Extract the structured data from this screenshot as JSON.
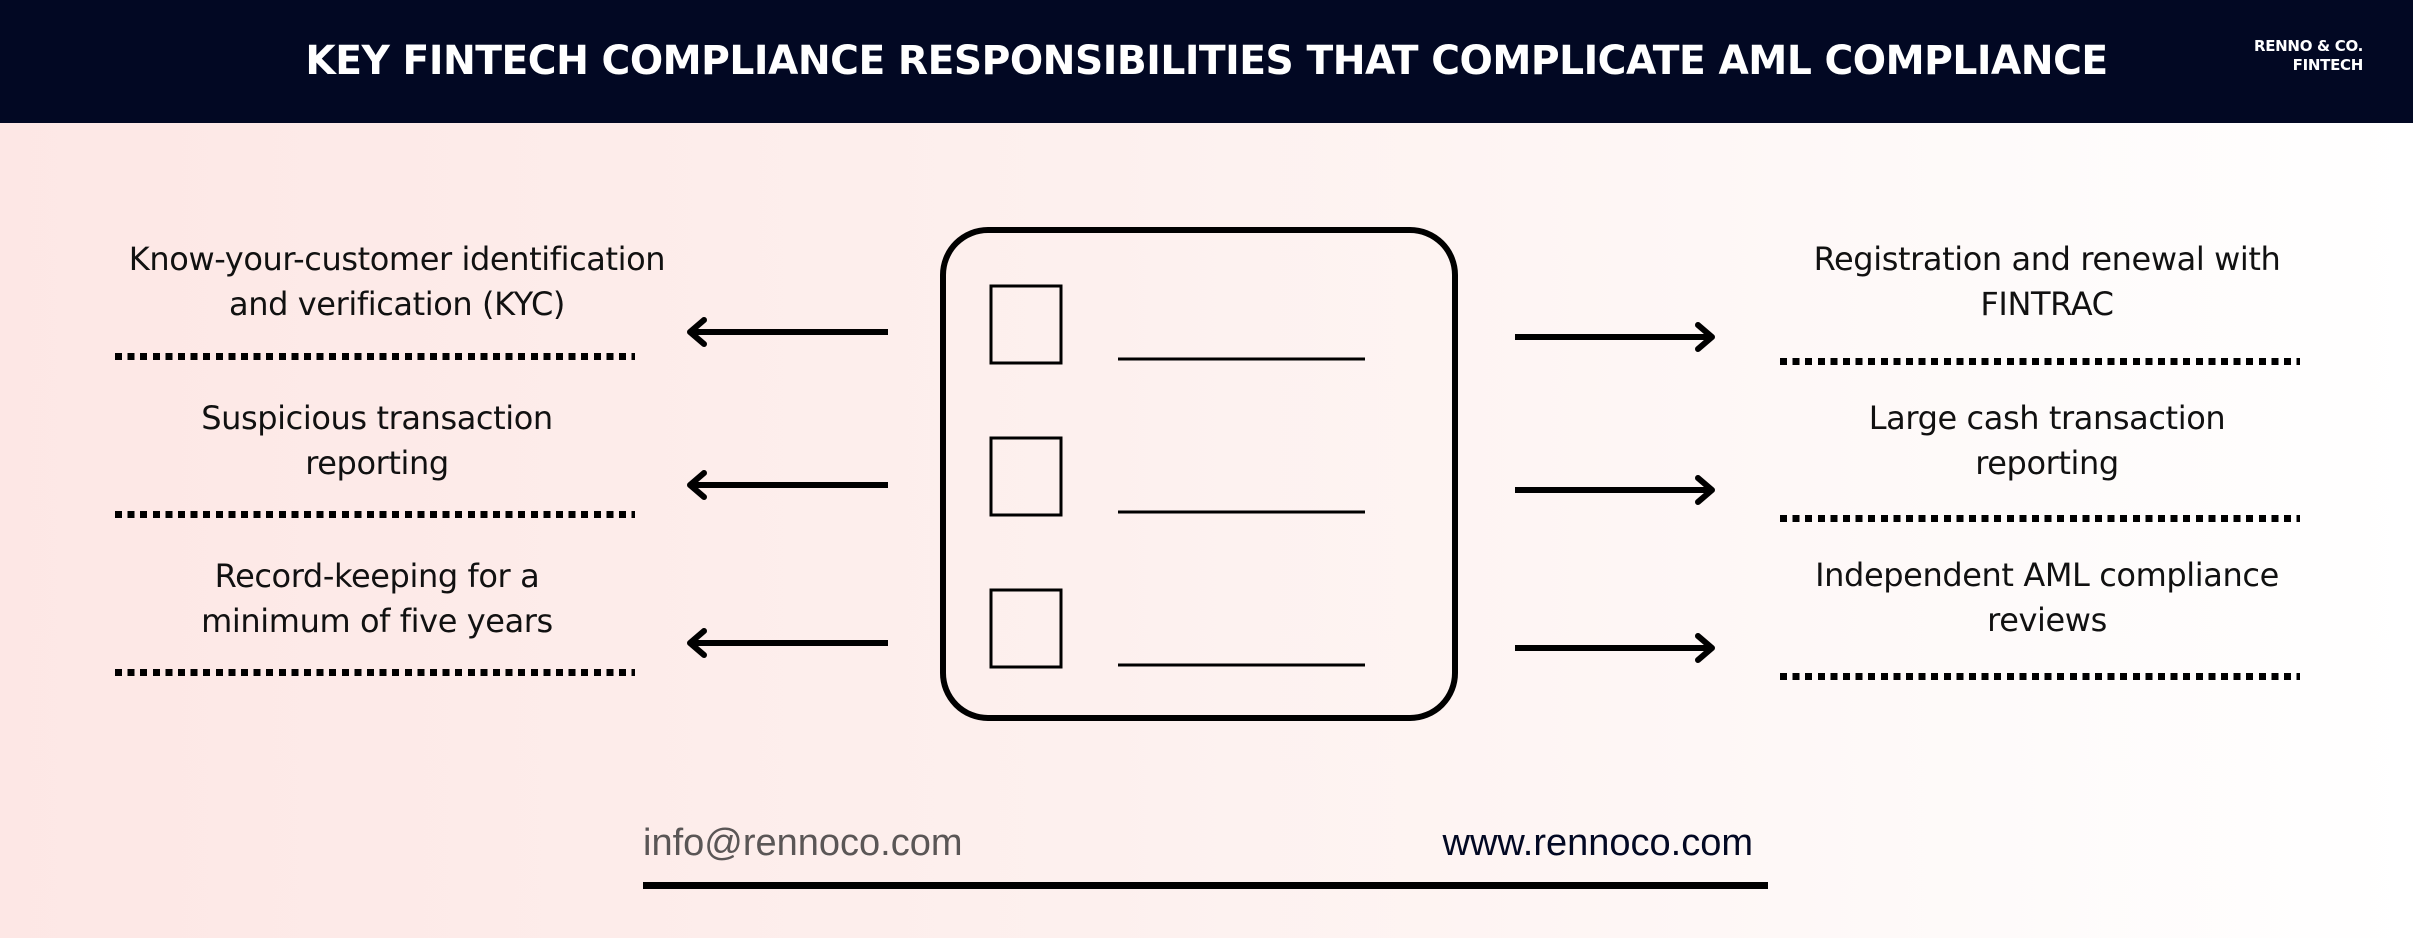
{
  "header": {
    "title": "KEY FINTECH COMPLIANCE RESPONSIBILITIES THAT COMPLICATE AML COMPLIANCE",
    "logo_line1": "RENNO & CO.",
    "logo_line2": "FINTECH",
    "background_color": "#020823"
  },
  "left_items": [
    {
      "line1": "Know-your-customer identification",
      "line2": "and verification (KYC)"
    },
    {
      "line1": "Suspicious transaction",
      "line2": "reporting"
    },
    {
      "line1": "Record-keeping for a",
      "line2": "minimum of five years"
    }
  ],
  "right_items": [
    {
      "line1": "Registration and renewal with",
      "line2": "FINTRAC"
    },
    {
      "line1": "Large cash transaction",
      "line2": "reporting"
    },
    {
      "line1": "Independent AML compliance",
      "line2": "reviews"
    }
  ],
  "center_icon": "checklist-clipboard-icon",
  "footer": {
    "email": "info@rennoco.com",
    "website": "www.rennoco.com"
  }
}
